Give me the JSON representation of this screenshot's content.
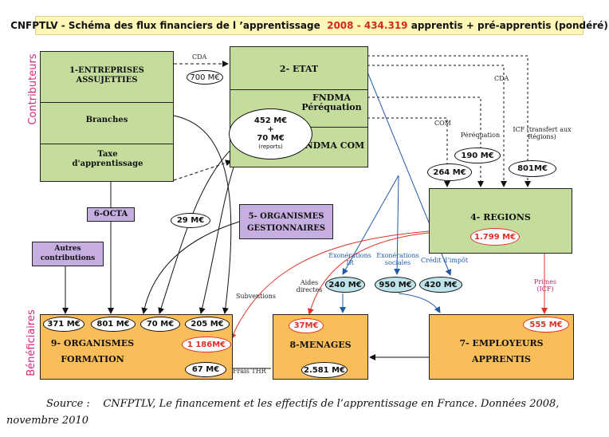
{
  "title": {
    "prefix": "CNFPTLV - Schéma des flux financiers de l ’apprentissage",
    "year": "2008",
    "apprentis": "- 434.319",
    "suffix": "apprentis + pré-apprentis (pondéré)"
  },
  "side_labels": {
    "contributeurs": "Contributeurs",
    "beneficiaires": "Bénéficiaires"
  },
  "boxes": {
    "entreprises": {
      "title": "1-ENTREPRISES ASSUJETTIES",
      "branches": "Branches",
      "taxe": "Taxe d'apprentissage"
    },
    "etat": {
      "title": "2- ETAT",
      "fndma_pereq": "FNDMA Péréquation",
      "fndma_com": "FNDMA COM"
    },
    "octa": "6-OCTA",
    "autres": "Autres contributions",
    "organismes_gest": "5- ORGANISMES GESTIONNAIRES",
    "regions": "4- REGIONS",
    "organismes_form": {
      "title": "9- ORGANISMES",
      "sub": "FORMATION"
    },
    "menages": "8-MENAGES",
    "employeurs": {
      "title": "7- EMPLOYEURS",
      "sub": "APPRENTIS"
    }
  },
  "ovals": {
    "cda_700": "700 M€",
    "fndma_452": "452 M€",
    "plus": "+",
    "fndma_70": "70 M€",
    "reports": "(reports)",
    "com_264": "264 M€",
    "pereq_190": "190 M€",
    "icf_801": "801M€",
    "regions_1799": "1.799 M€",
    "gest_29": "29 M€",
    "ir_240": "240 M€",
    "sociales_950": "950 M€",
    "credit_420": "420 M€",
    "of_371": "371 M€",
    "of_801": "801 M€",
    "of_70": "70 M€",
    "of_205": "205 M€",
    "of_1186": "1 186M€",
    "of_67": "67 M€",
    "menages_37": "37M€",
    "menages_2581": "2.581 M€",
    "employeurs_555": "555 M€"
  },
  "flow_labels": {
    "cda_top": "CDA",
    "cda_right": "CDA",
    "com": "COM",
    "perequation": "Péréquation",
    "icf_transfert": "ICF (transfert aux Régions)",
    "exo_ir": "Exonérations IR",
    "exo_sociales": "Exonérations sociales",
    "credit_impot": "Crédit d’impôt",
    "aides_directes": "Aides directes",
    "subventions": "Subventions",
    "primes": "Primes (ICF)",
    "frais_thr": "Frais THR"
  },
  "source": {
    "label": "Source :",
    "text": "CNFPTLV, Le financement et les effectifs de l’apprentissage en France. Données 2008, novembre 2010"
  },
  "colors": {
    "title_bg": "#fdf7b8",
    "green": "#c4dd9d",
    "purple": "#c6aee0",
    "orange": "#f9be59",
    "red": "#e03025",
    "blue": "#1f5aa8",
    "pink": "#d6287a"
  }
}
